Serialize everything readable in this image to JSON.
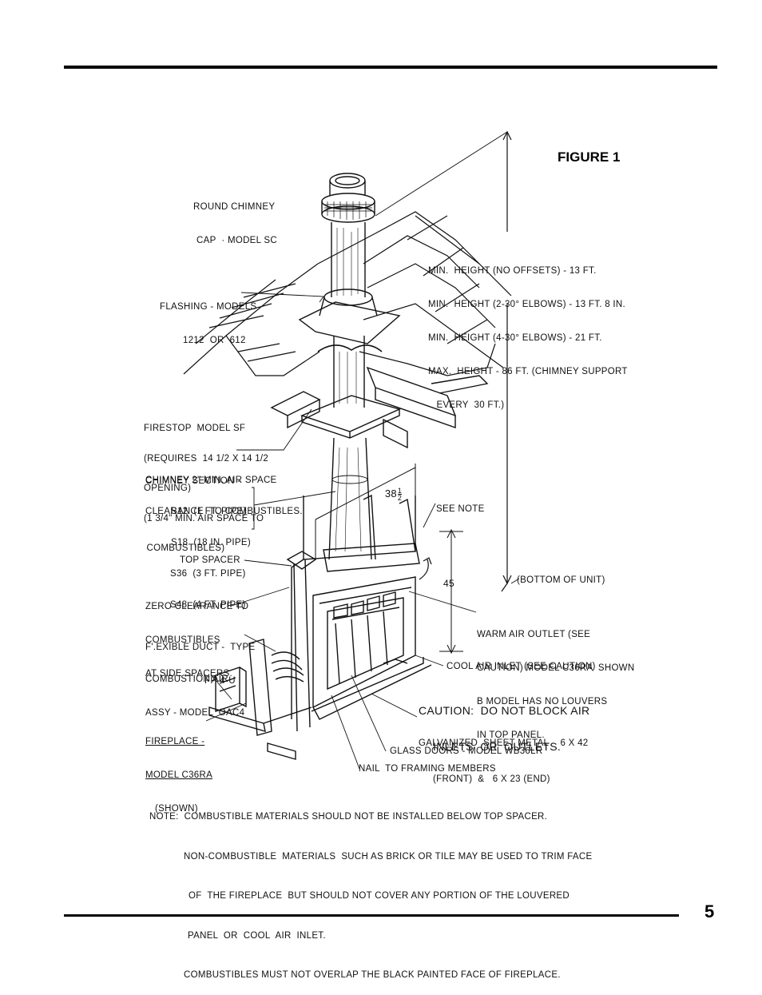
{
  "figure": {
    "title": "FIGURE 1",
    "labels": {
      "chimney_cap": [
        "ROUND CHIMNEY",
        "CAP  · MODEL SC"
      ],
      "flashing": [
        "FLASHING - MODELS",
        "1212  OR  612"
      ],
      "heights": [
        "MIN.  HEIGHT (NO OFFSETS) - 13 FT.",
        "MIN.  HEIGHT (2-30° ELBOWS) - 13 FT. 8 IN.",
        "MIN.  HEIGHT (4-30° ELBOWS) - 21 FT.",
        "MAX.  HEIGHT - 86 FT. (CHIMNEY SUPPORT",
        "   EVERY  30 FT.)"
      ],
      "firestop": [
        "FIRESTOP  MODEL SF",
        "(REQUIRES  14 1/2 X 14 1/2",
        "OPENING)",
        "(1 3/4\" MIN. AIR SPACE TO",
        " COMBUSTIBLES)"
      ],
      "chimney_air_space": [
        "CHIMNEY 2\" MIN. AIR SPACE",
        "CLEARANCE  TO COMBUSTIBLES."
      ],
      "chimney_section": "CHIMNEY SECTION -",
      "chimney_pipes": [
        "S12  (1 FT. PIPE)",
        "S18  (18 IN. PIPE)",
        "S36  (3 FT. PIPE)",
        "S48  (4 FT. PIPE)"
      ],
      "dim_38": "38",
      "dim_38_frac_num": "1",
      "dim_38_frac_den": "2",
      "see_note": "SEE NOTE",
      "top_spacer": "TOP SPACER",
      "bottom_of_unit": "(BOTTOM OF UNIT)",
      "dim_45": "45",
      "zero_clearance": [
        "ZERO CLEARANCE TO",
        "COMBUSTIBLES",
        "AT SIDE SPACERS."
      ],
      "warm_air": [
        "WARM AIR OUTLET (SEE",
        "CAUTION) MODEL C36RA  SHOWN",
        "B MODEL HAS NO LOUVERS",
        "IN TOP PANEL."
      ],
      "flexible_duct": [
        "F'.EXIBLE DUCT -  TYPE",
        "FP-4-U"
      ],
      "cool_air": "COOL AIR INLET (SEE CAUTION)",
      "combustion_air": [
        "COMBUSTION AIR",
        "ASSY - MODEL  OAC4"
      ],
      "caution": [
        "CAUTION:  DO NOT BLOCK AIR",
        "INLETS  OR  OUTLETS."
      ],
      "fireplace": [
        "FIREPLACE -",
        "MODEL C36RA",
        "(SHOWN)"
      ],
      "galvanized": [
        "GALVANIZED  SHEET METAL -  6 X 42",
        "(FRONT)  &   6 X 23 (END)"
      ],
      "glass_doors": "GLASS DOORS - MODEL WB36LR",
      "nail": "NAIL  TO FRAMING MEMBERS"
    },
    "note": [
      "NOTE:  COMBUSTIBLE MATERIALS SHOULD NOT BE INSTALLED BELOW TOP SPACER.",
      "NON-COMBUSTIBLE  MATERIALS  SUCH AS BRICK OR TILE MAY BE USED TO TRIM FACE",
      "OF  THE FIREPLACE  BUT SHOULD NOT COVER ANY PORTION OF THE LOUVERED",
      "PANEL  OR  COOL  AIR  INLET.",
      "COMBUSTIBLES MUST NOT OVERLAP THE BLACK PAINTED FACE OF FIREPLACE."
    ]
  },
  "page_number": "5"
}
